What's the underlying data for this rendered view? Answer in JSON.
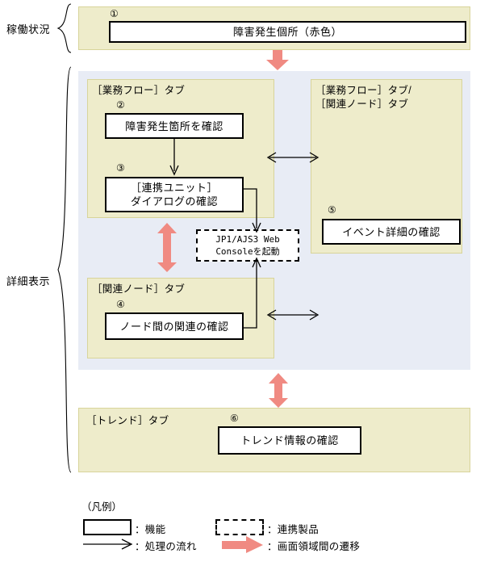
{
  "diagram": {
    "side_labels": [
      {
        "id": "operating-status",
        "text": "稼働状況"
      },
      {
        "id": "detail-display",
        "text": "詳細表示"
      }
    ],
    "colors": {
      "panel_yellow": "#eeeccb",
      "panel_yellow_border": "#d8d49a",
      "panel_blue": "#e8ecf5",
      "transition_arrow": "#f08a82",
      "box_border": "#000000",
      "box_fill": "#ffffff"
    },
    "sections": {
      "operating_status": {
        "step_number": "①",
        "box_label": "障害発生個所（赤色）"
      },
      "business_flow_tab": {
        "title": "［業務フロー］タブ",
        "steps": [
          {
            "number": "②",
            "label": "障害発生箇所を確認"
          },
          {
            "number": "③",
            "label_line1": "［連携ユニット］",
            "label_line2": "ダイアログの確認"
          }
        ]
      },
      "related_node_tab": {
        "title": "［関連ノード］タブ",
        "steps": [
          {
            "number": "④",
            "label": "ノード間の関連の確認"
          }
        ]
      },
      "right_tab": {
        "title_line1": "［業務フロー］タブ/",
        "title_line2": "［関連ノード］タブ",
        "steps": [
          {
            "number": "⑤",
            "label": "イベント詳細の確認"
          }
        ]
      },
      "partner_product": {
        "label_line1": "JP1/AJS3 Web",
        "label_line2": "Consoleを起動"
      },
      "trend_tab": {
        "title": "［トレンド］タブ",
        "steps": [
          {
            "number": "⑥",
            "label": "トレンド情報の確認"
          }
        ]
      }
    },
    "legend": {
      "title": "（凡例）",
      "items": [
        {
          "id": "function",
          "symbol": "solid-rectangle",
          "text": "：機能"
        },
        {
          "id": "partner-product",
          "symbol": "dashed-rectangle",
          "text": "：連携製品"
        },
        {
          "id": "process-flow",
          "symbol": "thin-arrow",
          "text": "：処理の流れ"
        },
        {
          "id": "screen-transition",
          "symbol": "thick-pink-arrow",
          "text": "：画面領域間の遷移"
        }
      ]
    }
  }
}
